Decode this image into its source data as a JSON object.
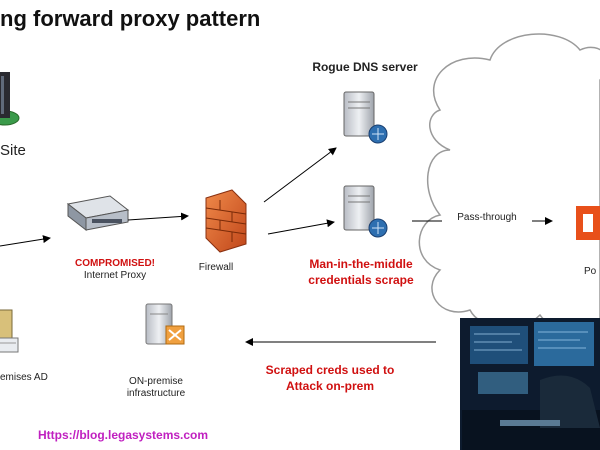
{
  "title": "ng forward proxy pattern",
  "site_label": "Site",
  "rogue_dns_label": "Rogue DNS server",
  "proxy": {
    "status": "COMPROMISED!",
    "label": "Internet Proxy"
  },
  "firewall_label": "Firewall",
  "mitm_label_1": "Man-in-the-middle",
  "mitm_label_2": "credentials scrape",
  "passthrough_label": "Pass-through",
  "cloud_partial_label": "Po",
  "ad_label": "emises AD",
  "onprem_label_1": "ON-premise",
  "onprem_label_2": "infrastructure",
  "scraped_label_1": "Scraped creds used to",
  "scraped_label_2": "Attack on-prem",
  "url": "Https://blog.legasystems.com",
  "colors": {
    "accent_red": "#d01010",
    "link_magenta": "#c020c0",
    "office_orange": "#e8501a"
  }
}
